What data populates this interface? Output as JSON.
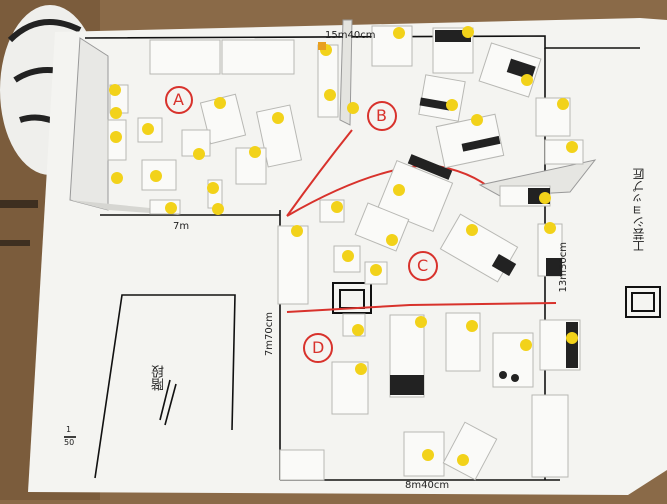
{
  "labels": {
    "top_dimension": "15m40cm",
    "left_dimension": "7m70cm",
    "right_dimension": "13m30cm",
    "mid_dimension": "7m",
    "bottom_dimension": "8m40cm",
    "stairs": "階段",
    "shop": "工芸ショップ匠",
    "scale_num": "1",
    "scale_den": "50"
  },
  "zones": [
    "A",
    "B",
    "C",
    "D"
  ],
  "colors": {
    "paper": "#f4f4f1",
    "marker": "#d8322c",
    "dot": "#f2d21a",
    "wood": "#8a6a48"
  }
}
